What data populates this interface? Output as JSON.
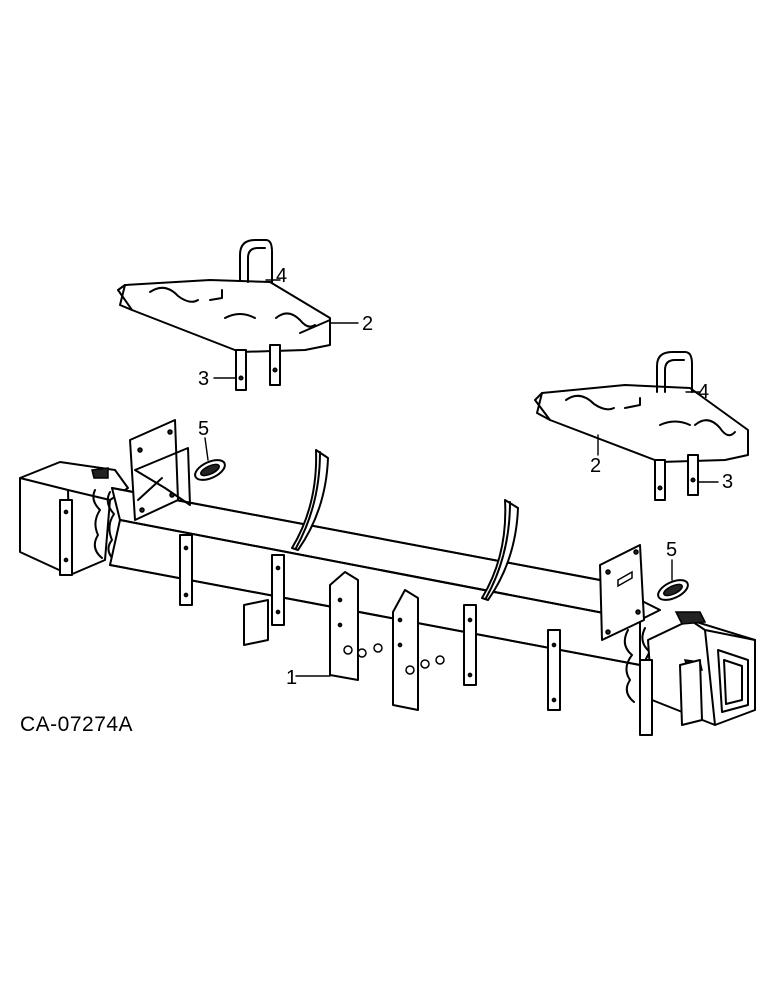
{
  "figure_id": "CA-07274A",
  "callouts": {
    "main_bar": "1",
    "cover_left": "2",
    "cover_right": "2",
    "bracket_left": "3",
    "bracket_right": "3",
    "strap_left": "4",
    "strap_right": "4",
    "plug_left": "5",
    "plug_right": "5"
  }
}
